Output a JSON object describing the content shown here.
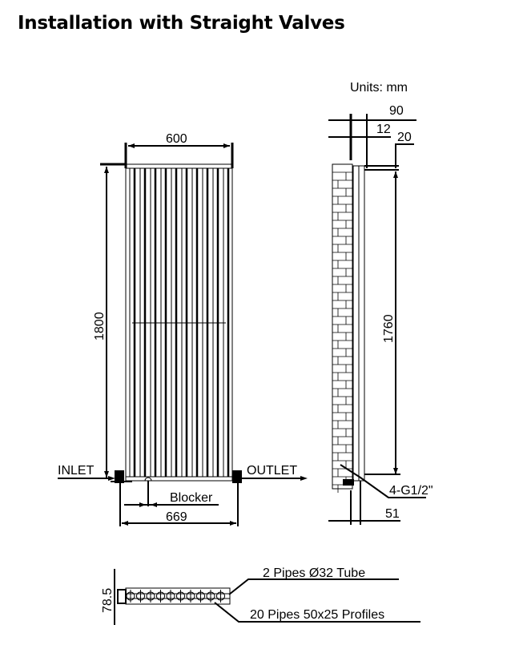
{
  "title": "Installation with Straight Valves",
  "units": "Units: mm",
  "front_view": {
    "width_label": "600",
    "height_label": "1800",
    "inlet_label": "INLET",
    "outlet_label": "OUTLET",
    "blocker_label": "Blocker",
    "centers_label": "669"
  },
  "side_view": {
    "depth_label": "90",
    "gap_label": "12",
    "top_offset_label": "20",
    "height_label": "1760",
    "thread_label": "4-G1/2\"",
    "wall_offset_label": "51"
  },
  "section_view": {
    "thickness_label": "78.5",
    "tube_label": "2 Pipes Ø32  Tube",
    "profile_label": "20 Pipes 50x25   Profiles"
  }
}
